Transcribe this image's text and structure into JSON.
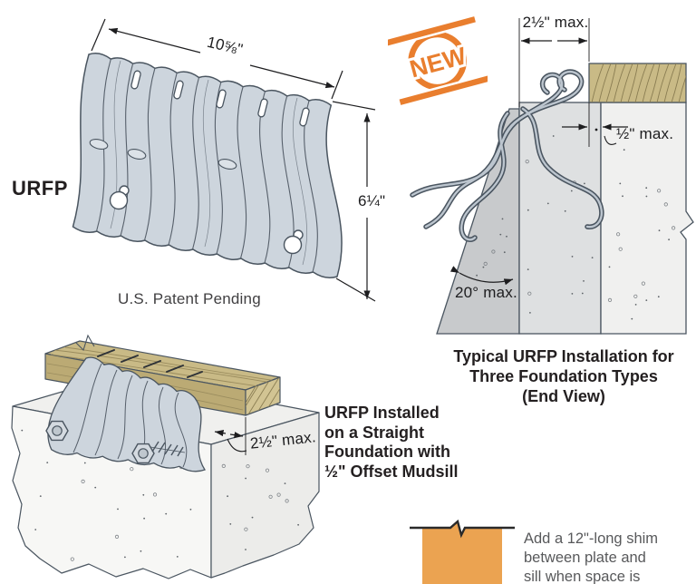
{
  "colors": {
    "accent_orange": "#E97E2E",
    "shim_orange": "#EBA351",
    "wood_tan": "#C9BA86",
    "plate_gray": "#CDD5DD",
    "ink_black": "#231F20",
    "note_gray": "#58595B"
  },
  "badge": {
    "label": "NEW"
  },
  "product": {
    "name": "URFP",
    "patent_note": "U.S. Patent Pending",
    "width_dim": "10⅝\"",
    "height_dim": "6¼\""
  },
  "end_view": {
    "top_dim": "2½\" max.",
    "offset_dim": "½\" max.",
    "angle_dim": "20° max.",
    "caption": [
      "Typical URFP Installation for",
      "Three Foundation Types",
      "(End View)"
    ]
  },
  "straight_installation": {
    "offset_dim": "2½\" max.",
    "caption": [
      "URFP Installed",
      "on a Straight",
      "Foundation with",
      "½\" Offset Mudsill"
    ]
  },
  "shim_note": {
    "lines": [
      "Add a 12\"-long shim",
      "between plate and",
      "sill when space is"
    ]
  }
}
